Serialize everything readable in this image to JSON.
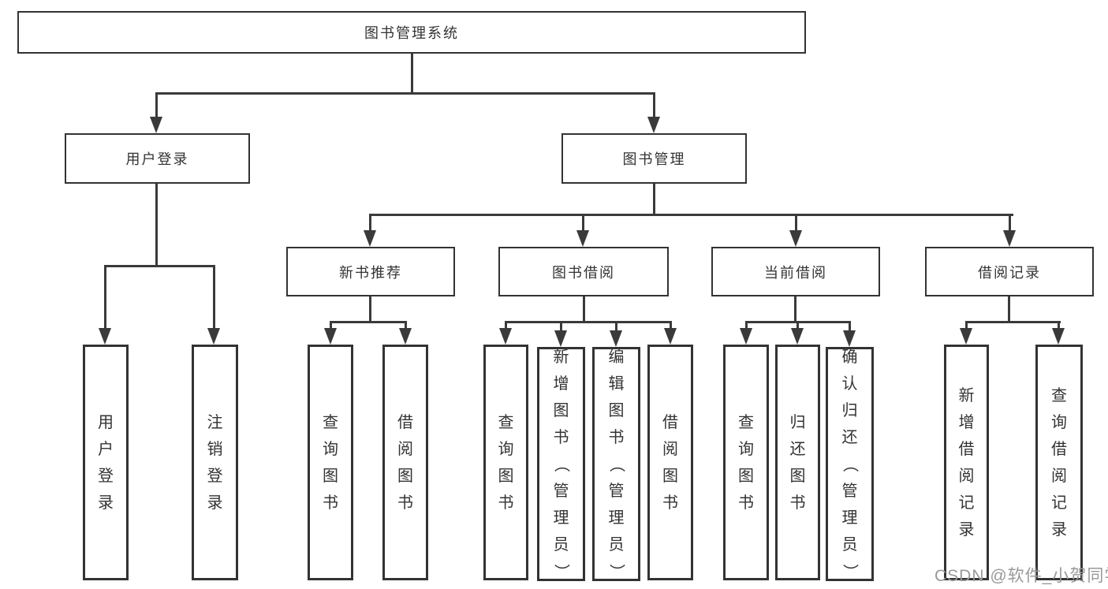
{
  "diagram": {
    "watermark": "CSDN @软件_小贺同学",
    "colors": {
      "line": "#3a3a3a",
      "box_border": "#333333",
      "text": "#333333",
      "watermark": "#999999",
      "background": "#ffffff"
    },
    "tree": {
      "label": "图书管理系统",
      "children": [
        {
          "label": "用户登录",
          "children": [
            {
              "label": "用户登录"
            },
            {
              "label": "注销登录"
            }
          ]
        },
        {
          "label": "图书管理",
          "children": [
            {
              "label": "新书推荐",
              "children": [
                {
                  "label": "查询图书"
                },
                {
                  "label": "借阅图书"
                }
              ]
            },
            {
              "label": "图书借阅",
              "children": [
                {
                  "label": "查询图书"
                },
                {
                  "label": "新增图书（管理员）"
                },
                {
                  "label": "编辑图书（管理员）"
                },
                {
                  "label": "借阅图书"
                }
              ]
            },
            {
              "label": "当前借阅",
              "children": [
                {
                  "label": "查询图书"
                },
                {
                  "label": "归还图书"
                },
                {
                  "label": "确认归还（管理员）"
                }
              ]
            },
            {
              "label": "借阅记录",
              "children": [
                {
                  "label": "新增借阅记录"
                },
                {
                  "label": "查询借阅记录"
                }
              ]
            }
          ]
        }
      ]
    }
  }
}
